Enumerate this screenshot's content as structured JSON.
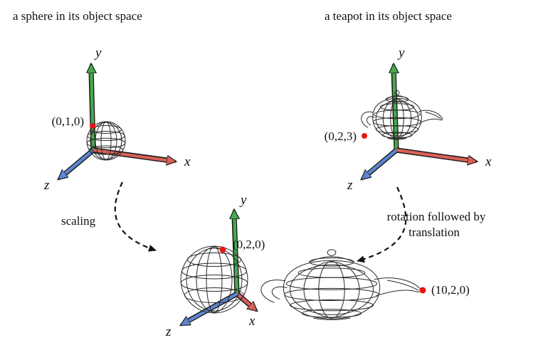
{
  "captions": {
    "sphere_space": "a sphere in its object space",
    "teapot_space": "a teapot in its object space"
  },
  "transforms": {
    "scaling": "scaling",
    "rotation_line1": "rotation followed by",
    "rotation_line2": "translation"
  },
  "points": {
    "sphere_top": "(0,1,0)",
    "teapot_side": "(0,2,3)",
    "scaled_sphere_top": "(0,2,0)",
    "teapot_spout": "(10,2,0)"
  },
  "axis_labels": {
    "x": "x",
    "y": "y",
    "z": "z"
  },
  "colors": {
    "x_axis": "#d96055",
    "y_axis": "#46aa4e",
    "z_axis": "#5c87cf",
    "point": "#e81515",
    "wireframe": "#2a2a2a",
    "arrow_outline": "#1a1a1a"
  }
}
